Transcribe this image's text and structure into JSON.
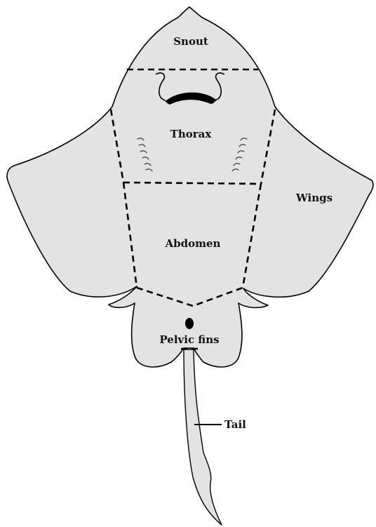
{
  "diagram": {
    "colors": {
      "body_fill": "#e3e3e3",
      "outline": "#000000",
      "label_text": "#111111"
    },
    "labels": {
      "snout": "Snout",
      "thorax": "Thorax",
      "wings": "Wings",
      "abdomen": "Abdomen",
      "pelvic_fins": "Pelvic fins",
      "tail": "Tail"
    }
  }
}
